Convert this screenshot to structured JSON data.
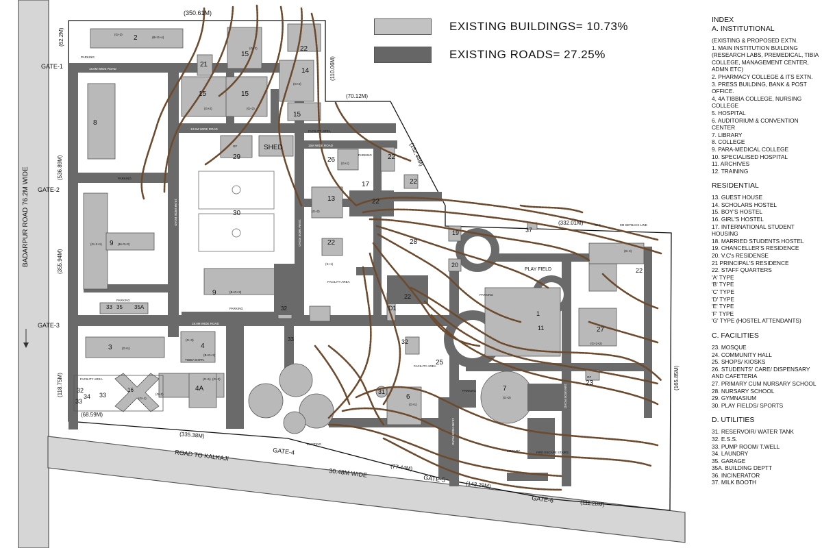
{
  "legend": {
    "buildings_label": "EXISTING BUILDINGS= 10.73%",
    "roads_label": "EXISTING ROADS= 27.25%",
    "buildings_color": "#c2c2c2",
    "roads_color": "#666666"
  },
  "colors": {
    "road": "#6a6a6a",
    "building": "#b9b9b9",
    "contour": "#6b4a2e",
    "external_road": "#d6d6d6"
  },
  "index": {
    "title": "INDEX",
    "sections": [
      {
        "heading": "A. INSTITUTIONAL",
        "items": [
          "(EXISTING & PROPOSED EXTN.",
          "1. MAIN INSTITUTION BUILDING (RESEARCH LABS, PREMEDICAL, TIBIA COLLEGE, MANAGEMENT CENTER, ADMN ETC)",
          "2. PHARMACY COLLEGE & ITS EXTN.",
          "3. PRESS BUILDING, BANK & POST OFFICE.",
          "4, 4A TIBBIA COLLEGE, NURSING COLLEGE",
          "5. HOSPITAL",
          "6. AUDITORIUM & CONVENTION CENTER",
          "7. LIBRARY",
          "8. COLLEGE",
          "9. PARA-MEDICAL COLLEGE",
          "10. SPECIALISED HOSPITAL",
          "11. ARCHIVES",
          "12. TRAINING"
        ]
      },
      {
        "heading": "RESIDENTIAL",
        "items": [
          "13. GUEST HOUSE",
          "14. SCHOLARS HOSTEL",
          "15. BOY'S HOSTEL",
          "16. GIRL'S HOSTEL",
          "17. INTERNATIONAL STUDENT HOUSING",
          "18. MARRIED STUDENTS HOSTEL",
          "19. CHANCELLER'S RESIDENCE",
          "20. V.C's RESIDENSE",
          "21 PRINCIPAL'S RESIDENCE",
          "22. STAFF QUARTERS",
          "'A' TYPE",
          "'B' TYPE",
          "'C' TYPE",
          "'D' TYPE",
          "'E' TYPE",
          "'F' TYPE",
          "'G' TYPE (HOSTEL ATTENDANTS)"
        ]
      },
      {
        "heading": "C. FACILITIES",
        "items": [
          "23. MOSQUE",
          "24. COMMUNITY HALL",
          "25. SHOPS/ KIOSKS",
          "26. STUDENTS' CARE/ DISPENSARY AND CAFETERIA",
          "27. PRIMARY CUM NURSARY SCHOOL",
          "28. NURSARY SCHOOL",
          "29. GYMNASIUM",
          "30. PLAY FIELDS/ SPORTS"
        ]
      },
      {
        "heading": "D. UTILITIES",
        "items": [
          "31. RESERVOIR/ WATER TANK",
          "32. E.S.S.",
          "33. PUMP ROOM/ T.WELL",
          "34. LAUNDRY",
          "35. GARAGE",
          "35A. BUILDING DEPTT",
          "36. INCINERATOR",
          "37. MILK BOOTH"
        ]
      }
    ]
  },
  "map": {
    "external_road_label": "BADARPUR ROAD 76.2M WIDE",
    "kalkaji_road_label": "ROAD TO KALKAJI",
    "kalkaji_width_label": "30.48M WIDE",
    "gates": [
      "GATE-1",
      "GATE-2",
      "GATE-3",
      "GATE-4",
      "GATE-5",
      "GATE-6"
    ],
    "dimensions": {
      "top": "(350.61M)",
      "left_top": "(62.2M)",
      "right_top": "(110.06M)",
      "mid_top": "(70.12M)",
      "diag": "(152.44M)",
      "left_mid": "(536.89M)",
      "left_lower": "(355.94M)",
      "left_bottom": "(118.75M)",
      "bottom_left": "(68.59M)",
      "bottom_mid": "(335.38M)",
      "bottom_a": "(77.44M)",
      "bottom_b": "(143.29M)",
      "bottom_c": "(111.28M)",
      "east_top": "(332.01M)",
      "east_side": "(165.85M)"
    },
    "road_labels": [
      "18.0M WIDE ROAD",
      "13.5M WIDE ROAD",
      "15M WIDE ROAD",
      "18.0M WIDE ROAD",
      "18.0M WIDE ROAD",
      "13.5M WIDE ROAD",
      "18.0M WIDE ROAD",
      "15M WIDE ROAD"
    ],
    "area_labels": {
      "facility_area": "FACILITY AREA",
      "parking": "PARKING",
      "shed": "SHED",
      "play_field": "PLAY FIELD",
      "library": "LIBRARY",
      "fire_escape": "FIRE ESCAPE STAIRS",
      "setback": "9M SETBACK LINE",
      "existing": "EXISTING",
      "tibbia_expn": "TIBBIA EXPN."
    },
    "building_numbers": [
      "2",
      "21",
      "15",
      "15",
      "15",
      "14",
      "15",
      "22",
      "22",
      "8",
      "29",
      "26",
      "22",
      "17",
      "13",
      "22",
      "30",
      "9",
      "9",
      "22",
      "33",
      "35",
      "35A",
      "32",
      "3",
      "4",
      "4A",
      "33",
      "16",
      "32",
      "34",
      "33",
      "33",
      "31",
      "6",
      "28",
      "19",
      "20",
      "22",
      "32",
      "25",
      "7",
      "1",
      "11",
      "27",
      "23",
      "37",
      "22",
      "D1"
    ],
    "floor_labels": [
      "(G+3)",
      "(B+G+4)",
      "(G+2)",
      "(G+2)",
      "(G+3)",
      "(G+2)",
      "(G+1)",
      "(G+2+1)",
      "(B+G+3)",
      "(B+G+3)",
      "(G+1)",
      "(G+3)",
      "(G+1)",
      "(S+3)",
      "(G+2)",
      "(S+1)",
      "GF",
      "(B+G+3)",
      "(G+2+2)",
      "GF",
      "(G+1)",
      "(G+2)",
      "(G+1)",
      "(G+2)",
      "(G+3)",
      "G+3"
    ]
  }
}
